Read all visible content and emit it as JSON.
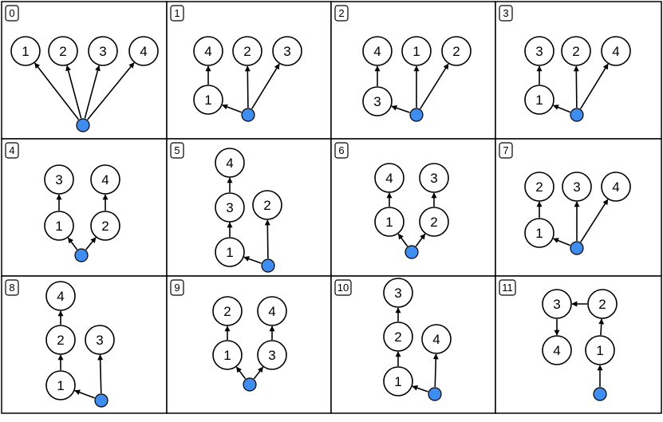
{
  "colors": {
    "root_fill": "#3d8ef0",
    "node_fill": "#ffffff",
    "stroke": "#000000"
  },
  "panels": [
    {
      "label": "0",
      "edges": [
        [
          "r",
          "1"
        ],
        [
          "r",
          "2"
        ],
        [
          "r",
          "3"
        ],
        [
          "r",
          "4"
        ]
      ]
    },
    {
      "label": "1",
      "edges": [
        [
          "r",
          "1"
        ],
        [
          "1",
          "4"
        ],
        [
          "r",
          "2"
        ],
        [
          "r",
          "3"
        ]
      ]
    },
    {
      "label": "2",
      "edges": [
        [
          "r",
          "3"
        ],
        [
          "3",
          "4"
        ],
        [
          "r",
          "1"
        ],
        [
          "r",
          "2"
        ]
      ]
    },
    {
      "label": "3",
      "edges": [
        [
          "r",
          "1"
        ],
        [
          "1",
          "3"
        ],
        [
          "r",
          "2"
        ],
        [
          "r",
          "4"
        ]
      ]
    },
    {
      "label": "4",
      "edges": [
        [
          "r",
          "1"
        ],
        [
          "1",
          "3"
        ],
        [
          "r",
          "2"
        ],
        [
          "2",
          "4"
        ]
      ]
    },
    {
      "label": "5",
      "edges": [
        [
          "r",
          "1"
        ],
        [
          "1",
          "3"
        ],
        [
          "3",
          "4"
        ],
        [
          "r",
          "2"
        ]
      ]
    },
    {
      "label": "6",
      "edges": [
        [
          "r",
          "1"
        ],
        [
          "1",
          "4"
        ],
        [
          "r",
          "2"
        ],
        [
          "2",
          "3"
        ]
      ]
    },
    {
      "label": "7",
      "edges": [
        [
          "r",
          "1"
        ],
        [
          "1",
          "2"
        ],
        [
          "r",
          "3"
        ],
        [
          "r",
          "4"
        ]
      ]
    },
    {
      "label": "8",
      "edges": [
        [
          "r",
          "1"
        ],
        [
          "1",
          "2"
        ],
        [
          "2",
          "4"
        ],
        [
          "r",
          "3"
        ]
      ]
    },
    {
      "label": "9",
      "edges": [
        [
          "r",
          "1"
        ],
        [
          "1",
          "2"
        ],
        [
          "r",
          "3"
        ],
        [
          "3",
          "4"
        ]
      ]
    },
    {
      "label": "10",
      "edges": [
        [
          "r",
          "1"
        ],
        [
          "1",
          "2"
        ],
        [
          "2",
          "3"
        ],
        [
          "r",
          "4"
        ]
      ]
    },
    {
      "label": "11",
      "edges": [
        [
          "r",
          "1"
        ],
        [
          "1",
          "2"
        ],
        [
          "2",
          "3"
        ],
        [
          "3",
          "4"
        ]
      ]
    }
  ]
}
